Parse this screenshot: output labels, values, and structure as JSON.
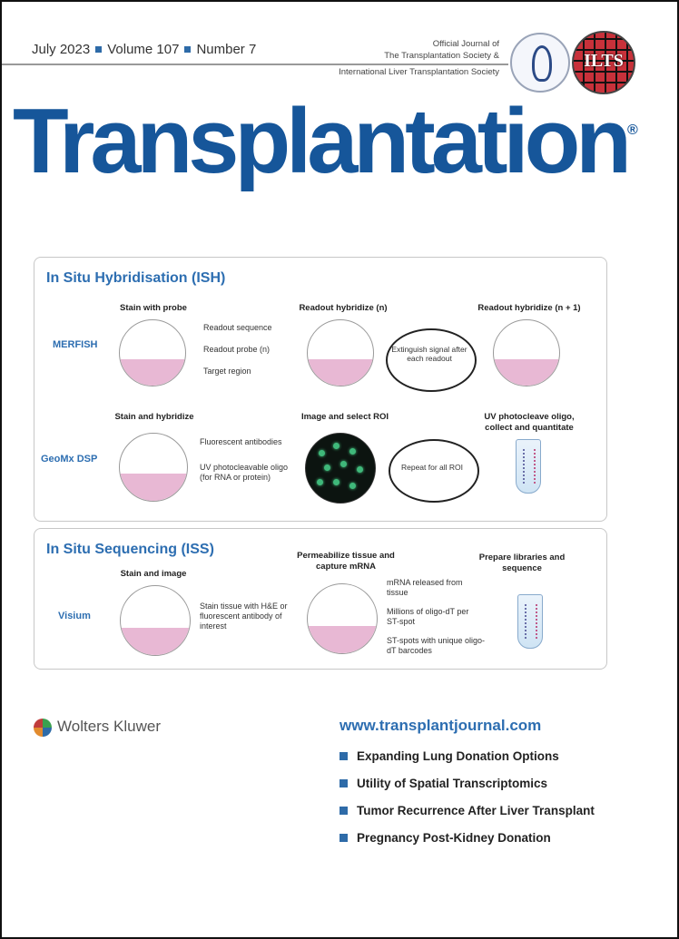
{
  "issue": {
    "date": "July 2023",
    "volume": "Volume 107",
    "number": "Number 7"
  },
  "official_top": "Official Journal of\nThe Transplantation Society &",
  "official_bottom": "International Liver Transplantation Society",
  "title": "Transplantation",
  "registered": "®",
  "seal_text": "ILTS",
  "ish": {
    "title": "In Situ Hybridisation (ISH)",
    "merfish_label": "MERFISH",
    "geomx_label": "GeoMx DSP",
    "h_stain_probe": "Stain with probe",
    "h_readout_n": "Readout hybridize (n)",
    "h_readout_n1": "Readout hybridize (n + 1)",
    "n_readout_seq": "Readout sequence",
    "n_readout_probe": "Readout probe (n)",
    "n_target": "Target region",
    "loop1": "Extinguish signal after each readout",
    "h_stain_hyb": "Stain and hybridize",
    "h_image_roi": "Image and select ROI",
    "h_uv": "UV photocleave oligo, collect and quantitate",
    "n_fluor": "Fluorescent antibodies",
    "n_uv_oligo": "UV photocleavable oligo (for RNA or protein)",
    "loop2": "Repeat for all ROI"
  },
  "iss": {
    "title": "In Situ Sequencing (ISS)",
    "visium_label": "Visium",
    "h_stain_image": "Stain and image",
    "h_permeabilize": "Permeabilize tissue and capture mRNA",
    "h_prepare": "Prepare libraries and sequence",
    "n_stain_tissue": "Stain tissue with H&E or fluorescent antibody of interest",
    "n_mrna": "mRNA released from tissue",
    "n_millions": "Millions of oligo-dT per ST-spot",
    "n_stspots": "ST-spots with unique oligo-dT barcodes"
  },
  "publisher": "Wolters Kluwer",
  "website": "www.transplantjournal.com",
  "toc": [
    "Expanding Lung Donation Options",
    "Utility of Spatial Transcriptomics",
    "Tumor Recurrence After Liver Transplant",
    "Pregnancy Post-Kidney Donation"
  ],
  "colors": {
    "brand": "#16569a",
    "accent": "#2d6eb1",
    "tissue": "#e8b8d4"
  }
}
